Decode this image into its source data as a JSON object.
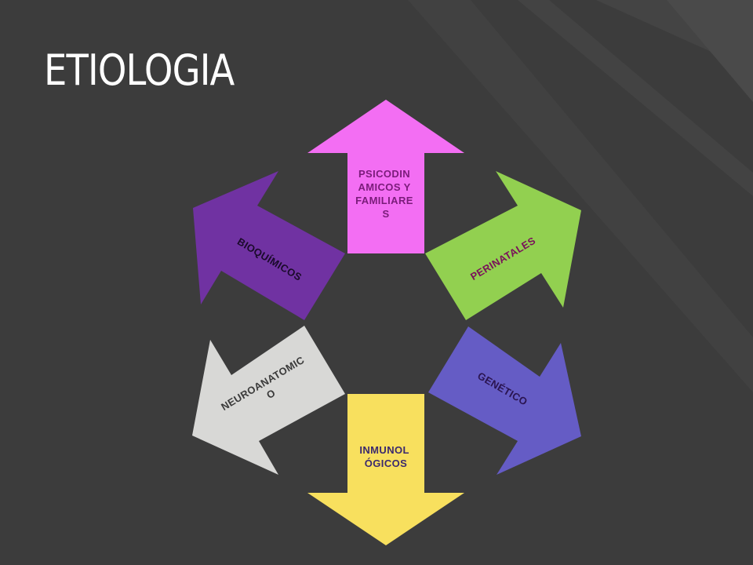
{
  "title": "ETIOLOGIA",
  "colors": {
    "background": "#3c3c3c",
    "top": "#f36ef3",
    "top_right": "#92d050",
    "bottom_right": "#655cc5",
    "bottom": "#f8e05e",
    "bottom_left": "#d8d8d6",
    "top_left": "#7032a2"
  },
  "arrows": [
    {
      "id": "psicodinamicos",
      "label_lines": [
        "PSICODIN",
        "AMICOS Y",
        "FAMILIARE",
        "S"
      ],
      "text_color": "#7a1c7a",
      "fill": "#f36ef3"
    },
    {
      "id": "perinatales",
      "label_lines": [
        "PERINATALES"
      ],
      "text_color": "#7a0f5a",
      "fill": "#92d050"
    },
    {
      "id": "genetico",
      "label_lines": [
        "GENÉTICO"
      ],
      "text_color": "#2a1450",
      "fill": "#655cc5"
    },
    {
      "id": "inmunologicos",
      "label_lines": [
        "INMUNOL",
        "ÓGICOS"
      ],
      "text_color": "#3b2a6e",
      "fill": "#f8e05e"
    },
    {
      "id": "neuroanatomico",
      "label_lines": [
        "NEUROANATOMIC",
        "O"
      ],
      "text_color": "#3a3a3a",
      "fill": "#d8d8d6"
    },
    {
      "id": "bioquimicos",
      "label_lines": [
        "BIOQUÍMICOS"
      ],
      "text_color": "#1a0a2a",
      "fill": "#7032a2"
    }
  ]
}
